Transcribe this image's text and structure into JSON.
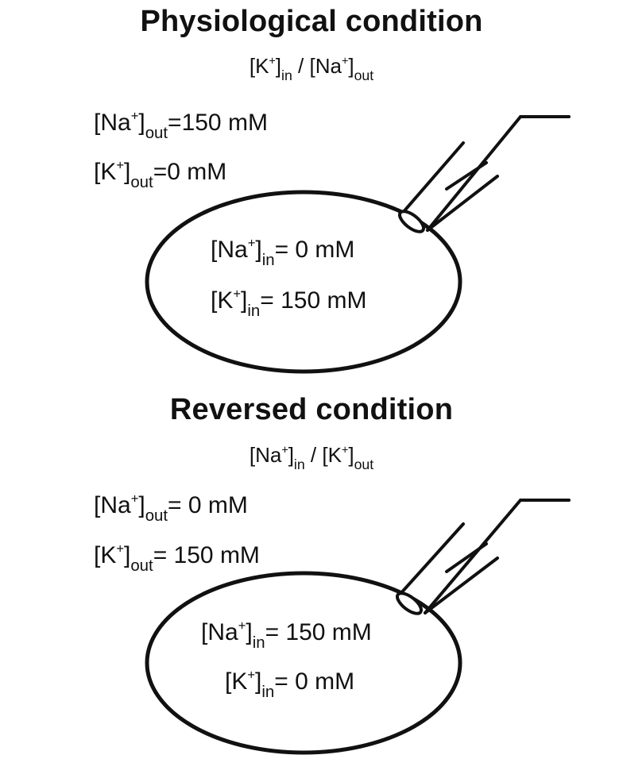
{
  "panels": [
    {
      "title": "Physiological condition",
      "ratio": {
        "left_ion": "K",
        "left_side": "in",
        "separator": "/",
        "right_ion": "Na",
        "right_side": "out"
      },
      "outside": [
        {
          "ion": "Na",
          "side": "out",
          "value": "=150 mM"
        },
        {
          "ion": "K",
          "side": "out",
          "value": "=0 mM"
        }
      ],
      "inside": [
        {
          "ion": "Na",
          "side": "in",
          "value": "= 0 mM"
        },
        {
          "ion": "K",
          "side": "in",
          "value": "= 150 mM"
        }
      ]
    },
    {
      "title": "Reversed condition",
      "ratio": {
        "left_ion": "Na",
        "left_side": "in",
        "separator": "/",
        "right_ion": "K",
        "right_side": "out"
      },
      "outside": [
        {
          "ion": "Na",
          "side": "out",
          "value": "= 0 mM"
        },
        {
          "ion": "K",
          "side": "out",
          "value": "= 150 mM"
        }
      ],
      "inside": [
        {
          "ion": "Na",
          "side": "in",
          "value": "= 150 mM"
        },
        {
          "ion": "K",
          "side": "in",
          "value": "= 0 mM"
        }
      ]
    }
  ],
  "charge_symbol": "+",
  "bracket_open": "[",
  "bracket_close": "]",
  "colors": {
    "ink": "#111111",
    "background": "#ffffff"
  }
}
